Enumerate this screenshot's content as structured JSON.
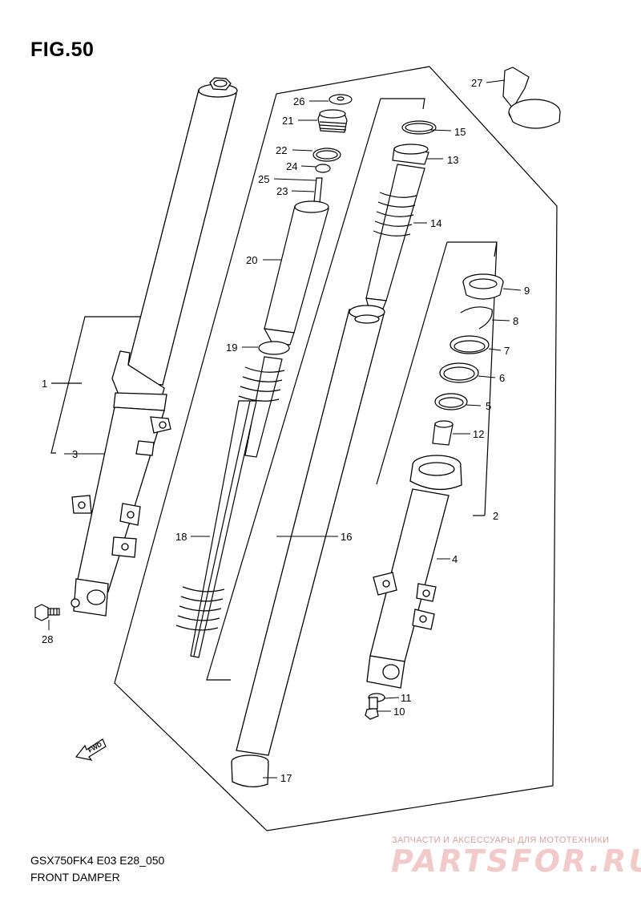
{
  "figure": {
    "title": "FIG.50",
    "model_code": "GSX750FK4 E03 E28_050",
    "caption": "FRONT DAMPER"
  },
  "watermark": {
    "tagline": "ЗАПЧАСТИ И АКСЕССУАРЫ ДЛЯ МОТОТЕХНИКИ",
    "brand": "PARTSFOR.RU"
  },
  "fwd_label": "FWD",
  "callouts": {
    "c1": "1",
    "c2": "2",
    "c3": "3",
    "c4": "4",
    "c5": "5",
    "c6": "6",
    "c7": "7",
    "c8": "8",
    "c9": "9",
    "c10": "10",
    "c11": "11",
    "c12": "12",
    "c13": "13",
    "c14": "14",
    "c16": "16",
    "c17": "17",
    "c18": "18",
    "c19": "19",
    "c20": "20",
    "c21": "21",
    "c22": "22",
    "c23": "23",
    "c24": "24",
    "c25": "25",
    "c26": "26",
    "c27": "27",
    "c28": "28",
    "c15": "15"
  },
  "colors": {
    "line": "#000000",
    "part_fill": "#ffffff",
    "shadow": "#cccccc"
  }
}
